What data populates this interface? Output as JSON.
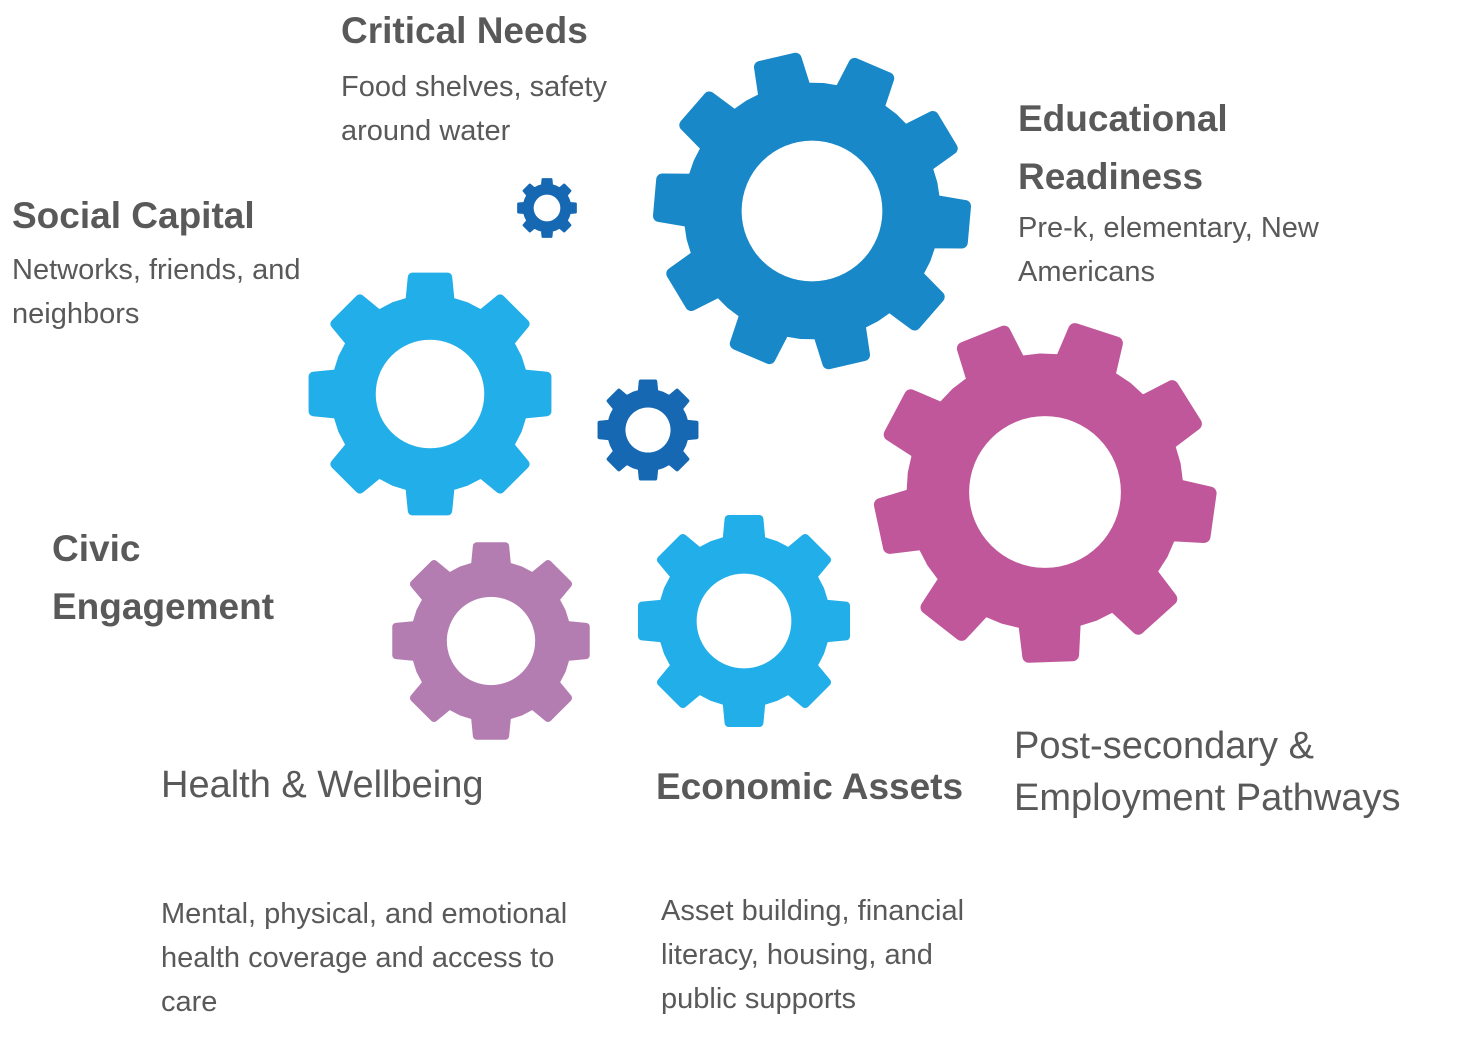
{
  "colors": {
    "gear_dark_blue": "#1888C8",
    "gear_light_blue": "#21AEE9",
    "gear_navy": "#1668B3",
    "gear_magenta": "#BF579A",
    "gear_lilac": "#B37DB2",
    "text": "#595959"
  },
  "gears": [
    {
      "name": "gear-critical-needs-icon",
      "color": "gear_navy"
    },
    {
      "name": "gear-educational-readiness-icon",
      "color": "gear_dark_blue"
    },
    {
      "name": "gear-social-capital-icon",
      "color": "gear_light_blue"
    },
    {
      "name": "gear-center-small-icon",
      "color": "gear_navy"
    },
    {
      "name": "gear-post-secondary-icon",
      "color": "gear_magenta"
    },
    {
      "name": "gear-health-wellbeing-icon",
      "color": "gear_lilac"
    },
    {
      "name": "gear-economic-assets-icon",
      "color": "gear_light_blue"
    }
  ],
  "labels": {
    "critical_needs": {
      "title": "Critical Needs",
      "desc": "Food shelves, safety around water"
    },
    "educational_readiness": {
      "title": "Educational Readiness",
      "desc": "Pre-k, elementary, New Americans"
    },
    "social_capital": {
      "title": "Social Capital",
      "desc": "Networks, friends, and neighbors"
    },
    "civic_engagement": {
      "title": "Civic Engagement"
    },
    "health_wellbeing": {
      "title": "Health & Wellbeing",
      "desc": "Mental, physical, and emotional health coverage and access to care"
    },
    "economic_assets": {
      "title": "Economic Assets",
      "desc": "Asset building, financial literacy, housing, and public supports"
    },
    "post_secondary": {
      "title": "Post-secondary & Employment Pathways"
    }
  }
}
